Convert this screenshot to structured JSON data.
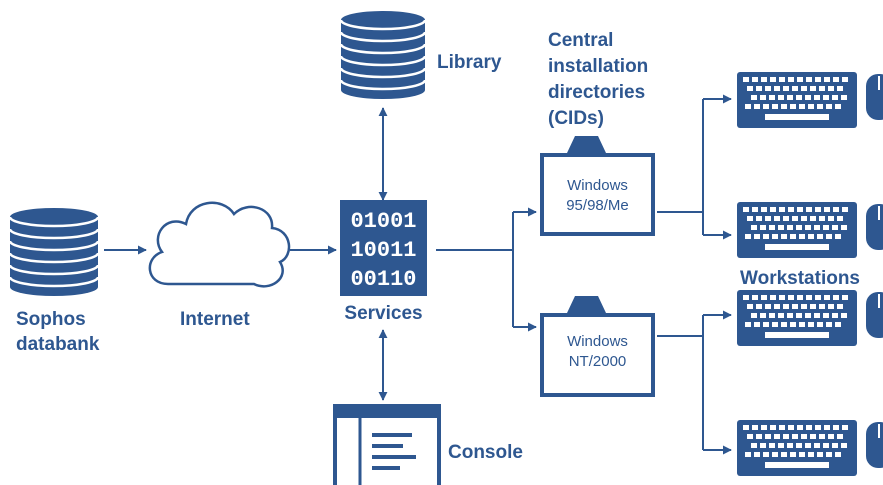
{
  "colors": {
    "primary": "#2e5790",
    "background": "#ffffff",
    "text_on_dark": "#ffffff"
  },
  "nodes": {
    "databank": {
      "label_line1": "Sophos",
      "label_line2": "databank",
      "icon": "database-icon"
    },
    "internet": {
      "label": "Internet",
      "icon": "cloud-icon"
    },
    "library": {
      "label": "Library",
      "icon": "database-icon"
    },
    "services": {
      "label": "Services",
      "icon": "binary-server-icon",
      "binary": [
        "01001",
        "10011",
        "00110"
      ]
    },
    "console": {
      "label": "Console",
      "icon": "window-icon"
    },
    "cid_heading": [
      "Central",
      "installation",
      "directories",
      "(CIDs)"
    ],
    "cid_win9x": {
      "line1": "Windows",
      "line2": "95/98/Me",
      "icon": "folder-icon"
    },
    "cid_winnt": {
      "line1": "Windows",
      "line2": "NT/2000",
      "icon": "folder-icon"
    },
    "workstations": {
      "label": "Workstations",
      "icon": "keyboard-mouse-icon"
    }
  }
}
